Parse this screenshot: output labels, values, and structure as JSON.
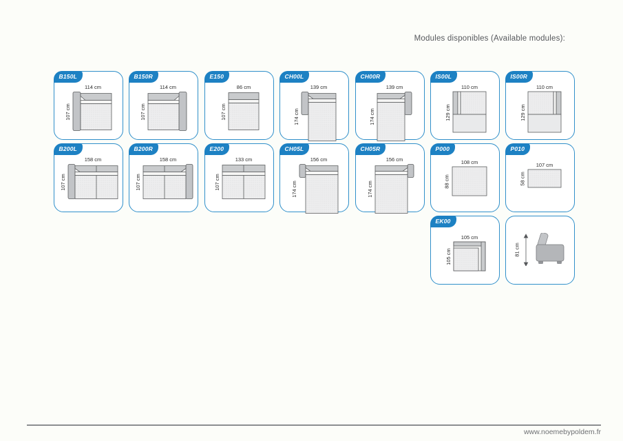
{
  "page": {
    "title": "Modules disponibles (Available modules):",
    "footer_url": "www.noemebypoldem.fr",
    "accent_blue": "#1d81c3",
    "border_blue": "#2f8fca"
  },
  "modules": [
    {
      "code": "B150L",
      "width_label": "114 cm",
      "depth_label": "107 cm"
    },
    {
      "code": "B150R",
      "width_label": "114 cm",
      "depth_label": "107 cm"
    },
    {
      "code": "E150",
      "width_label": "86 cm",
      "depth_label": "107 cm"
    },
    {
      "code": "CH00L",
      "width_label": "139 cm",
      "depth_label": "174 cm"
    },
    {
      "code": "CH00R",
      "width_label": "139 cm",
      "depth_label": "174 cm"
    },
    {
      "code": "IS00L",
      "width_label": "110 cm",
      "depth_label": "129 cm"
    },
    {
      "code": "IS00R",
      "width_label": "110 cm",
      "depth_label": "129 cm"
    },
    {
      "code": "B200L",
      "width_label": "158 cm",
      "depth_label": "107 cm"
    },
    {
      "code": "B200R",
      "width_label": "158 cm",
      "depth_label": "107 cm"
    },
    {
      "code": "E200",
      "width_label": "133 cm",
      "depth_label": "107 cm"
    },
    {
      "code": "CH05L",
      "width_label": "156 cm",
      "depth_label": "174 cm"
    },
    {
      "code": "CH05R",
      "width_label": "156 cm",
      "depth_label": "174 cm"
    },
    {
      "code": "P000",
      "width_label": "108 cm",
      "depth_label": "88 cm"
    },
    {
      "code": "P010",
      "width_label": "107 cm",
      "depth_label": "58 cm"
    },
    {
      "code": "EK00",
      "width_label": "105 cm",
      "depth_label": "105 cm"
    },
    {
      "code": "",
      "height_label": "81 cm"
    }
  ]
}
